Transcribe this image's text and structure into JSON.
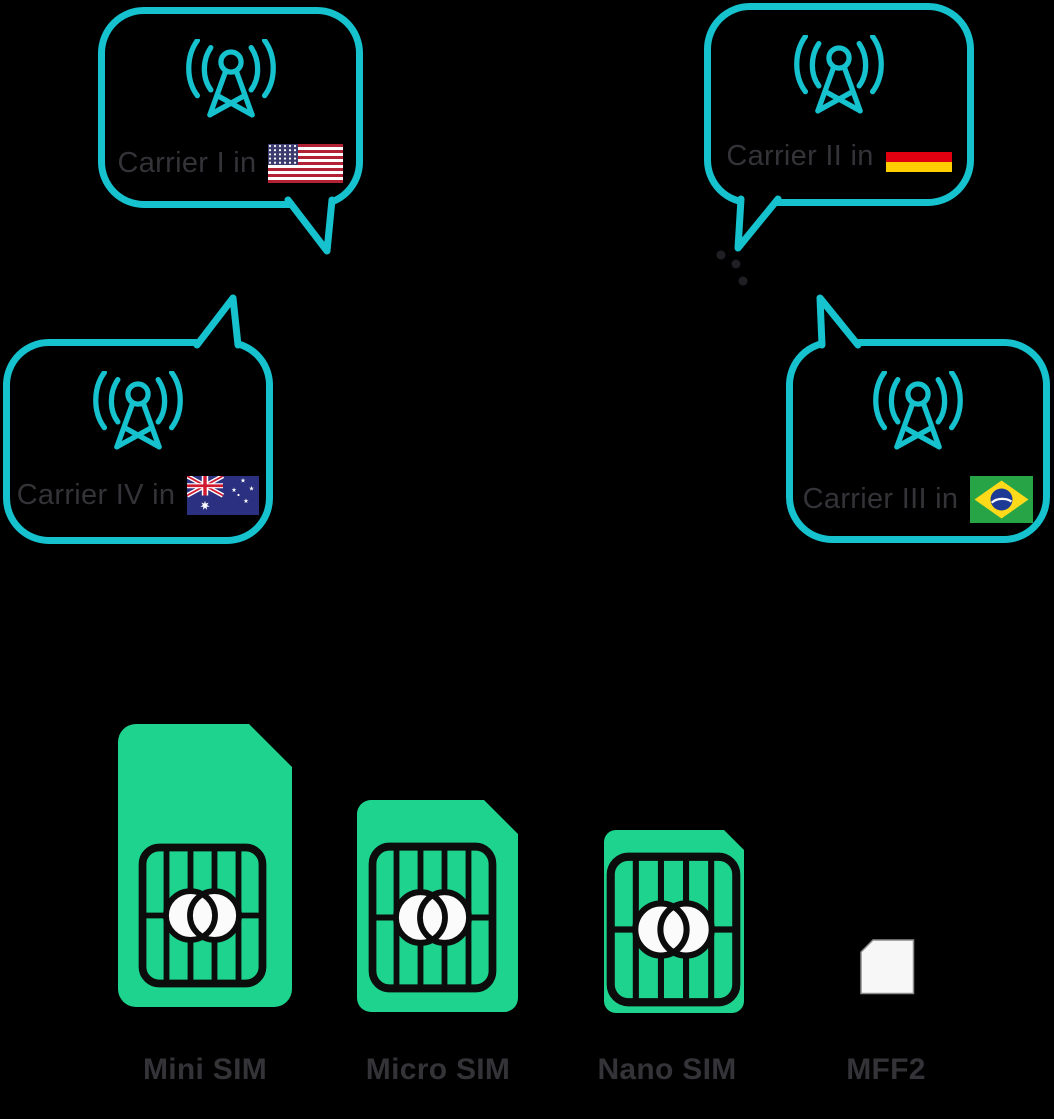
{
  "bubbles": [
    {
      "label": "Carrier I in",
      "country": "United States",
      "flag_icon": "us-flag"
    },
    {
      "label": "Carrier II in",
      "country": "Germany",
      "flag_icon": "de-flag"
    },
    {
      "label": "Carrier III in",
      "country": "Brazil",
      "flag_icon": "br-flag"
    },
    {
      "label": "Carrier IV in",
      "country": "Australia",
      "flag_icon": "au-flag"
    }
  ],
  "sims": [
    {
      "label": "Mini SIM"
    },
    {
      "label": "Micro SIM"
    },
    {
      "label": "Nano SIM"
    },
    {
      "label": "MFF2"
    }
  ],
  "icons": {
    "tower": "cell-tower-icon",
    "connector": "ellipsis-dots"
  },
  "colors": {
    "accent": "#15C2CE",
    "sim_green": "#1ED38D",
    "chip_fill": "#FBFBFB",
    "chip_stroke": "#0C0C0C",
    "text": "#333338",
    "dots": "#1F1F24",
    "background": "#000000",
    "flag_us_red": "#B22234",
    "flag_us_navy": "#3C3B6E",
    "flag_de_red": "#E1000F",
    "flag_de_gold": "#FFCE00",
    "flag_au_navy": "#2B3180",
    "flag_br_green": "#27A446",
    "flag_br_yellow": "#FFDA1A",
    "flag_br_blue": "#1D3B94"
  }
}
